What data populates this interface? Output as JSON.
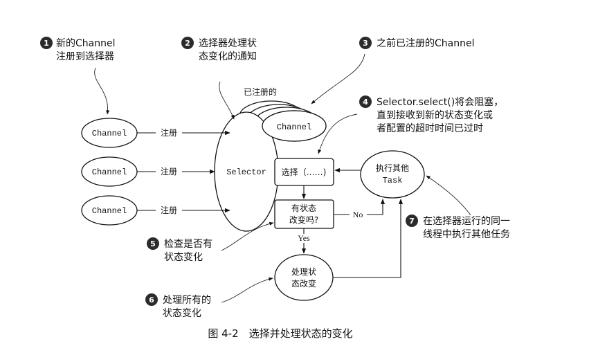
{
  "channels": [
    "Channel",
    "Channel",
    "Channel"
  ],
  "register_label": "注册",
  "registered_label": "已注册的",
  "registered_channel": "Channel",
  "selector": "Selector",
  "select_box": "选择（……)",
  "task": {
    "line1": "执行其他",
    "line2": "Task"
  },
  "decision": {
    "line1": "有状态",
    "line2": "改变吗?"
  },
  "yes_label": "Yes",
  "no_label": "No",
  "process_box": {
    "line1": "处理状",
    "line2": "态改变"
  },
  "callouts": [
    {
      "num": "1",
      "lines": [
        "新的Channel",
        "注册到选择器"
      ]
    },
    {
      "num": "2",
      "lines": [
        "选择器处理状",
        "态变化的通知"
      ]
    },
    {
      "num": "3",
      "lines": [
        "之前已注册的Channel"
      ]
    },
    {
      "num": "4",
      "lines": [
        "Selector.select()将会阻塞，",
        "直到接收到新的状态变化或",
        "者配置的超时时间已过时"
      ]
    },
    {
      "num": "5",
      "lines": [
        "检查是否有",
        "状态变化"
      ]
    },
    {
      "num": "6",
      "lines": [
        "处理所有的",
        "状态变化"
      ]
    },
    {
      "num": "7",
      "lines": [
        "在选择器运行的同一",
        "线程中执行其他任务"
      ]
    }
  ],
  "caption": "图 4-2　选择并处理状态的变化"
}
